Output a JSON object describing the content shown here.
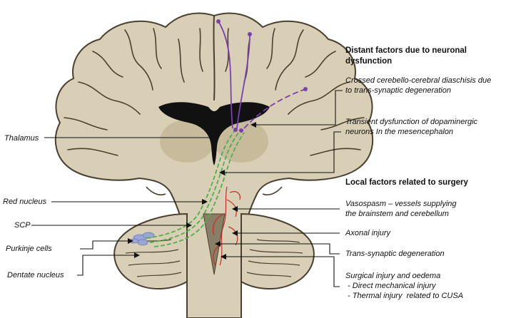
{
  "headings": {
    "distant": "Distant factors due to neuronal dysfunction",
    "local": "Local factors related to surgery"
  },
  "left_labels": {
    "thalamus": "Thalamus",
    "red_nucleus": "Red  nucleus",
    "scp": "SCP",
    "purkinje": "Purkinje cells",
    "dentate": "Dentate nucleus"
  },
  "right_labels": {
    "diaschisis": [
      "Crossed cerebello-cerebral diaschisis due",
      "to trans-synaptic degeneration"
    ],
    "dopaminergic": [
      "Transient dysfunction of dopaminergic",
      "neurons In the mesencephalon"
    ],
    "vasospasm": [
      "Vasospasm – vessels supplying",
      "the brainstem and cerebellum"
    ],
    "axonal": "Axonal injury",
    "trans_synaptic": "Trans-synaptic degeneration",
    "surgical": [
      "Surgical injury and oedema",
      " - Direct mechanical injury",
      " - Thermal injury  related to CUSA"
    ]
  },
  "colors": {
    "tissue": "#d9cfb6",
    "tissue_outline": "#4a4030",
    "ventricle": "#111111",
    "thalamus_shade": "#c7bb9c",
    "green_tract": "#4fb04a",
    "purple_tract": "#7a3fb0",
    "vessels": "#c0302a",
    "purkinje": "#9aa6d6"
  }
}
